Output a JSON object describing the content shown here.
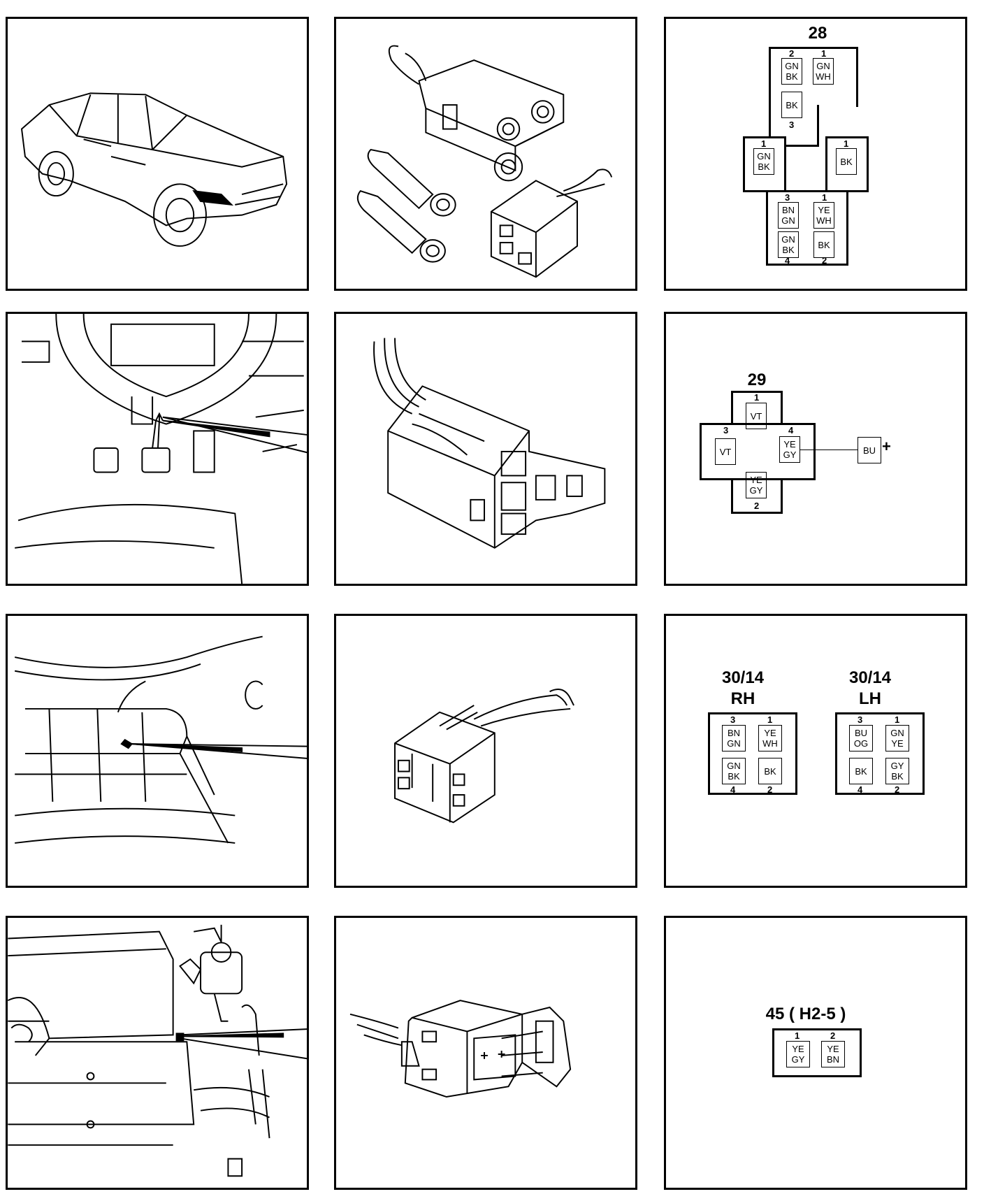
{
  "connector_28": {
    "title": "28",
    "top_block": {
      "pin2": {
        "num": "2",
        "l1": "GN",
        "l2": "BK"
      },
      "pin1": {
        "num": "1",
        "l1": "GN",
        "l2": "WH"
      },
      "pin3": {
        "num": "3",
        "l1": "BK"
      }
    },
    "left_single": {
      "num": "1",
      "l1": "GN",
      "l2": "BK"
    },
    "right_single": {
      "num": "1",
      "l1": "BK"
    },
    "bottom_block": {
      "pin3": {
        "num": "3",
        "l1": "BN",
        "l2": "GN"
      },
      "pin1": {
        "num": "1",
        "l1": "YE",
        "l2": "WH"
      },
      "pin4": {
        "num": "4",
        "l1": "GN",
        "l2": "BK"
      },
      "pin2": {
        "num": "2",
        "l1": "BK"
      }
    }
  },
  "connector_29": {
    "title": "29",
    "pin1": {
      "num": "1",
      "l1": "VT"
    },
    "pin3": {
      "num": "3",
      "l1": "VT"
    },
    "pin4": {
      "num": "4",
      "l1": "YE",
      "l2": "GY"
    },
    "pin2": {
      "num": "2",
      "l1": "YE",
      "l2": "GY"
    },
    "external": {
      "l1": "BU",
      "sign": "+"
    }
  },
  "connector_30_14_rh": {
    "title": "30/14",
    "side": "RH",
    "pin3": {
      "num": "3",
      "l1": "BN",
      "l2": "GN"
    },
    "pin1": {
      "num": "1",
      "l1": "YE",
      "l2": "WH"
    },
    "pin4": {
      "num": "4",
      "l1": "GN",
      "l2": "BK"
    },
    "pin2": {
      "num": "2",
      "l1": "BK"
    }
  },
  "connector_30_14_lh": {
    "title": "30/14",
    "side": "LH",
    "pin3": {
      "num": "3",
      "l1": "BU",
      "l2": "OG"
    },
    "pin1": {
      "num": "1",
      "l1": "GN",
      "l2": "YE"
    },
    "pin4": {
      "num": "4",
      "l1": "BK"
    },
    "pin2": {
      "num": "2",
      "l1": "GY",
      "l2": "BK"
    }
  },
  "connector_45": {
    "title": "45 ( H2-5 )",
    "pin1": {
      "num": "1",
      "l1": "YE",
      "l2": "GY"
    },
    "pin2": {
      "num": "2",
      "l1": "YE",
      "l2": "BN"
    }
  }
}
